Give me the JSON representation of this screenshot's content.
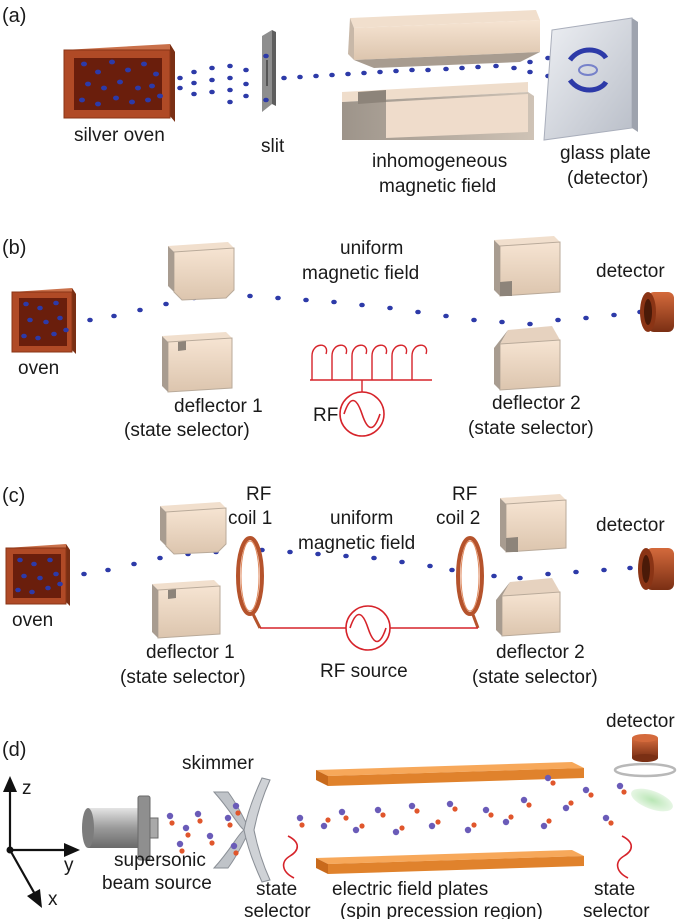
{
  "panel_a": {
    "letter": "(a)",
    "oven_label": "silver oven",
    "slit_label": "slit",
    "magnet_label_1": "inhomogeneous",
    "magnet_label_2": "magnetic field",
    "detector_label_1": "glass plate",
    "detector_label_2": "(detector)"
  },
  "panel_b": {
    "letter": "(b)",
    "field_label_1": "uniform",
    "field_label_2": "magnetic field",
    "detector_label": "detector",
    "oven_label": "oven",
    "deflector1_label_1": "deflector 1",
    "deflector1_label_2": "(state selector)",
    "deflector2_label_1": "deflector 2",
    "deflector2_label_2": "(state selector)",
    "rf_label": "RF"
  },
  "panel_c": {
    "letter": "(c)",
    "coil1_label_1": "RF",
    "coil1_label_2": "coil 1",
    "coil2_label_1": "RF",
    "coil2_label_2": "coil 2",
    "field_label_1": "uniform",
    "field_label_2": "magnetic field",
    "detector_label": "detector",
    "oven_label": "oven",
    "deflector1_label_1": "deflector 1",
    "deflector1_label_2": "(state selector)",
    "deflector2_label_1": "deflector 2",
    "deflector2_label_2": "(state selector)",
    "source_label": "RF source"
  },
  "panel_d": {
    "letter": "(d)",
    "skimmer_label": "skimmer",
    "detector_label": "detector",
    "axis_z": "z",
    "axis_y": "y",
    "axis_x": "x",
    "source_label_1": "supersonic",
    "source_label_2": "beam source",
    "selector1_label_1": "state",
    "selector1_label_2": "selector",
    "plates_label_1": "electric field plates",
    "plates_label_2": "(spin precession region)",
    "selector2_label_1": "state",
    "selector2_label_2": "selector"
  },
  "colors": {
    "oven": "#b04a26",
    "atom": "#2d3aa8",
    "magnet_face": "#f2d7bd",
    "magnet_side": "#b9aa9a",
    "rf_red": "#d6232a",
    "plate": "#f3943a",
    "coil": "#b5532c"
  }
}
